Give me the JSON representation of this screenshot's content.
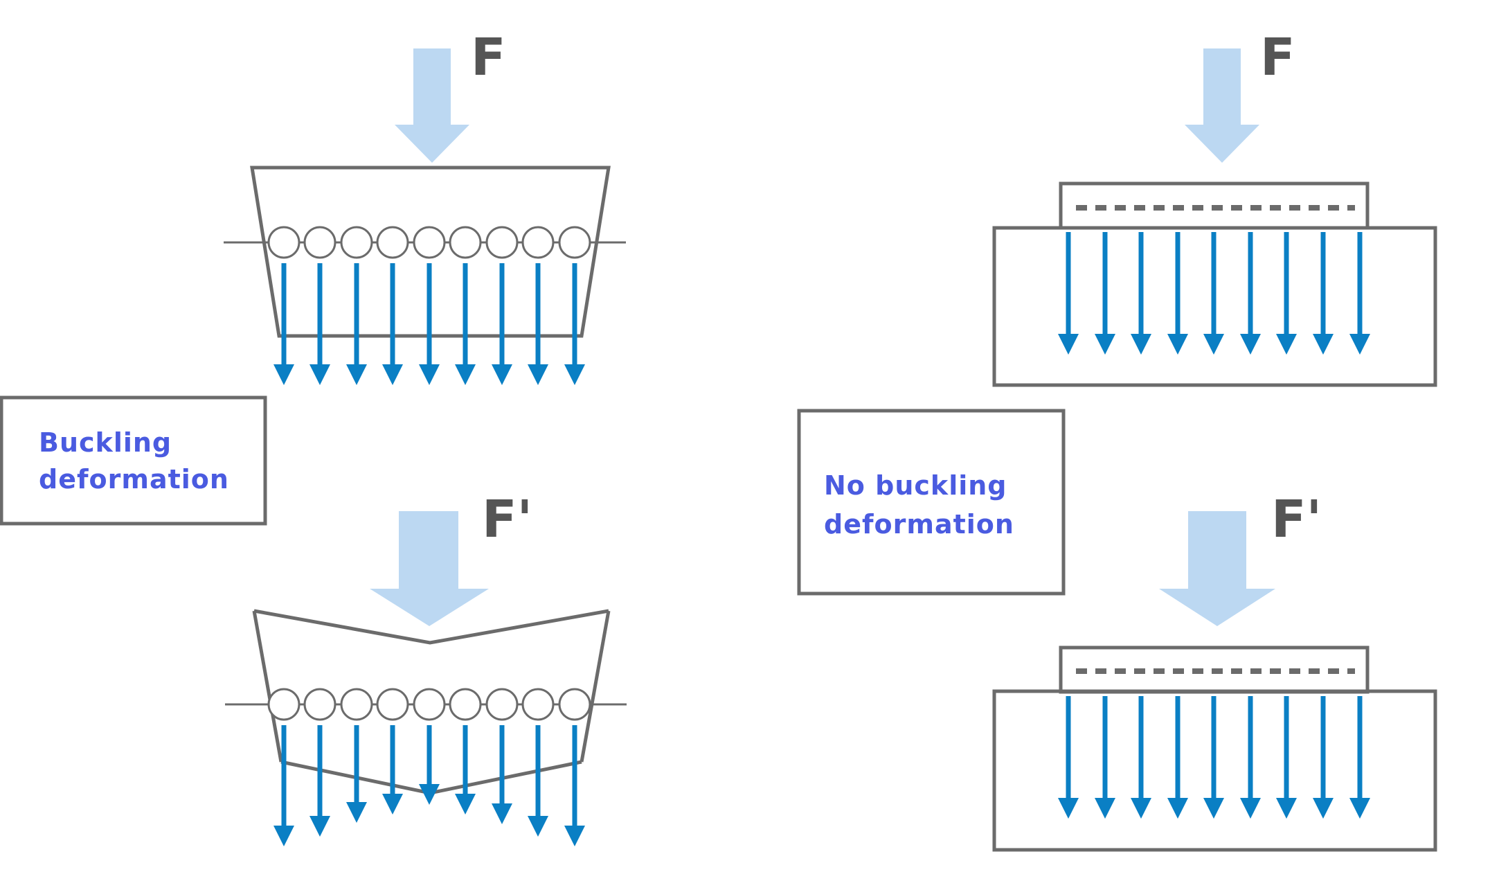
{
  "colors": {
    "outline": "#6b6b6b",
    "force_arrow": "#bcd8f2",
    "stress_arrow": "#0a7fc4",
    "caption_text": "#4a5be0",
    "force_label_text": "#555555"
  },
  "left_panel": {
    "top_force_label": "F",
    "bottom_force_label": "F'",
    "caption_line1": "Buckling",
    "caption_line2": "deformation"
  },
  "right_panel": {
    "top_force_label": "F",
    "bottom_force_label": "F'",
    "caption_line1": "No buckling",
    "caption_line2": "deformation"
  },
  "icons": {
    "force_arrow": "big-down-arrow-icon",
    "stress_arrow": "down-arrow-icon",
    "roller": "circle-roller-icon"
  }
}
